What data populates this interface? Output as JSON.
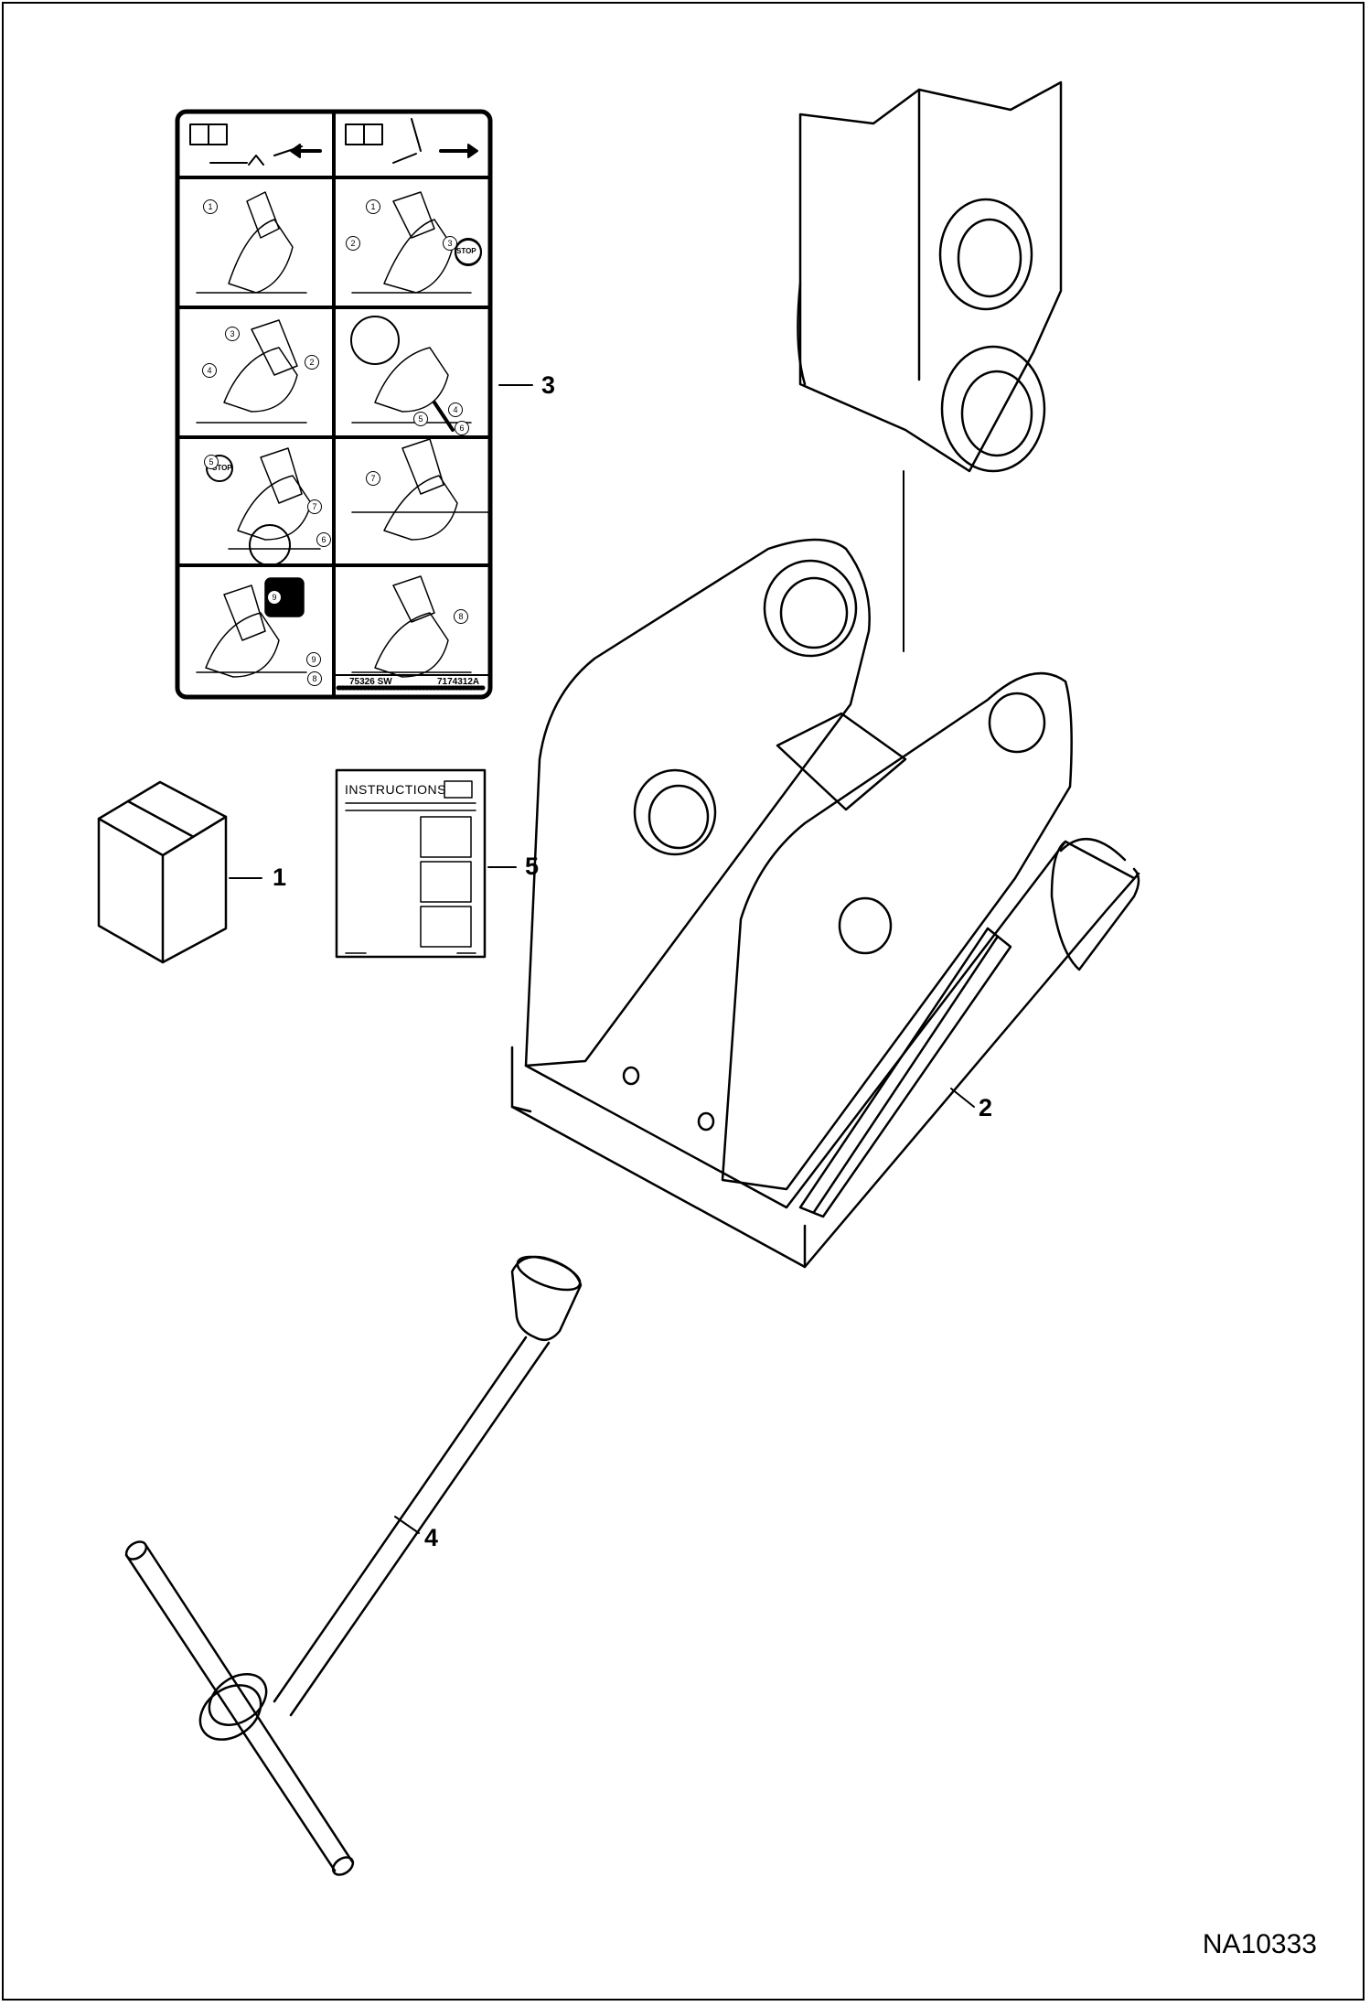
{
  "drawing": {
    "id": "NA10333"
  },
  "callouts": {
    "c1": "1",
    "c2": "2",
    "c3": "3",
    "c4": "4",
    "c5": "5"
  },
  "decal": {
    "code_left": "75326 SW",
    "code_right": "7174312A",
    "stop_label": "STOP",
    "step_numbers": [
      "1",
      "2",
      "3",
      "4",
      "5",
      "6",
      "7",
      "8",
      "9"
    ]
  },
  "booklet": {
    "title": "INSTRUCTIONS"
  }
}
